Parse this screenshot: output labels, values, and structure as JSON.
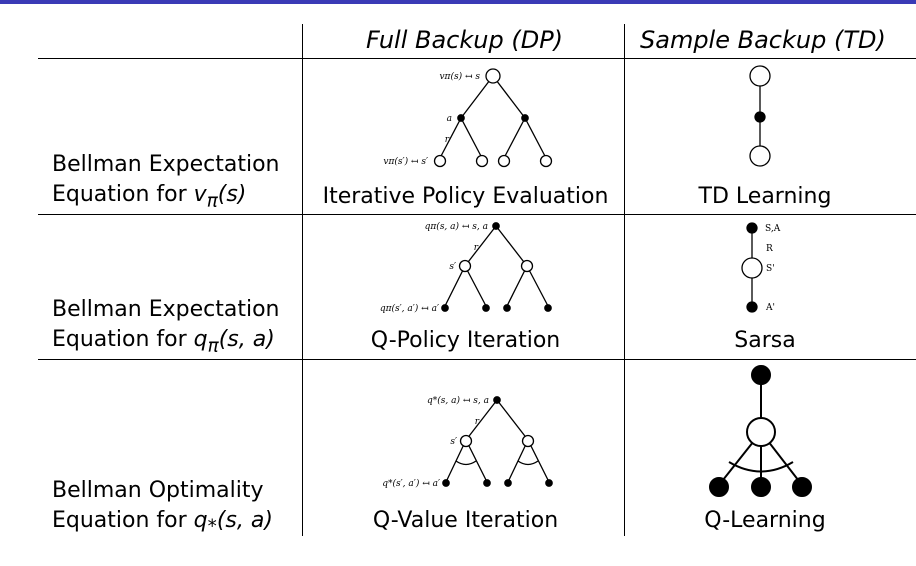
{
  "header": {
    "col_dp": "Full Backup (DP)",
    "col_td": "Sample Backup (TD)"
  },
  "rows": [
    {
      "label_line1": "Bellman Expectation",
      "label_line2_prefix": "Equation for ",
      "label_line2_math": "v",
      "label_line2_sub": "π",
      "label_line2_args": "(s)",
      "dp_caption": "Iterative Policy Evaluation",
      "td_caption": "TD Learning",
      "dp_labels": {
        "root": "vπ(s) ↤ s",
        "action": "a",
        "reward": "r",
        "leaf": "vπ(s′) ↤ s′"
      }
    },
    {
      "label_line1": "Bellman Expectation",
      "label_line2_prefix": "Equation for ",
      "label_line2_math": "q",
      "label_line2_sub": "π",
      "label_line2_args": "(s, a)",
      "dp_caption": "Q-Policy Iteration",
      "td_caption": "Sarsa",
      "dp_labels": {
        "root": "qπ(s, a) ↤ s, a",
        "state": "s′",
        "reward": "r",
        "leaf": "qπ(s′, a′) ↤ a′"
      },
      "td_labels": {
        "top": "S,A",
        "reward": "R",
        "state": "S'",
        "bottom": "A'"
      }
    },
    {
      "label_line1": "Bellman Optimality",
      "label_line2_prefix": "Equation for ",
      "label_line2_math": "q",
      "label_line2_sub": "*",
      "label_line2_args": "(s, a)",
      "dp_caption": "Q-Value Iteration",
      "td_caption": "Q-Learning",
      "dp_labels": {
        "root": "q*(s, a) ↤ s, a",
        "state": "s′",
        "reward": "r",
        "leaf": "q*(s′, a′) ↤ a′"
      }
    }
  ]
}
